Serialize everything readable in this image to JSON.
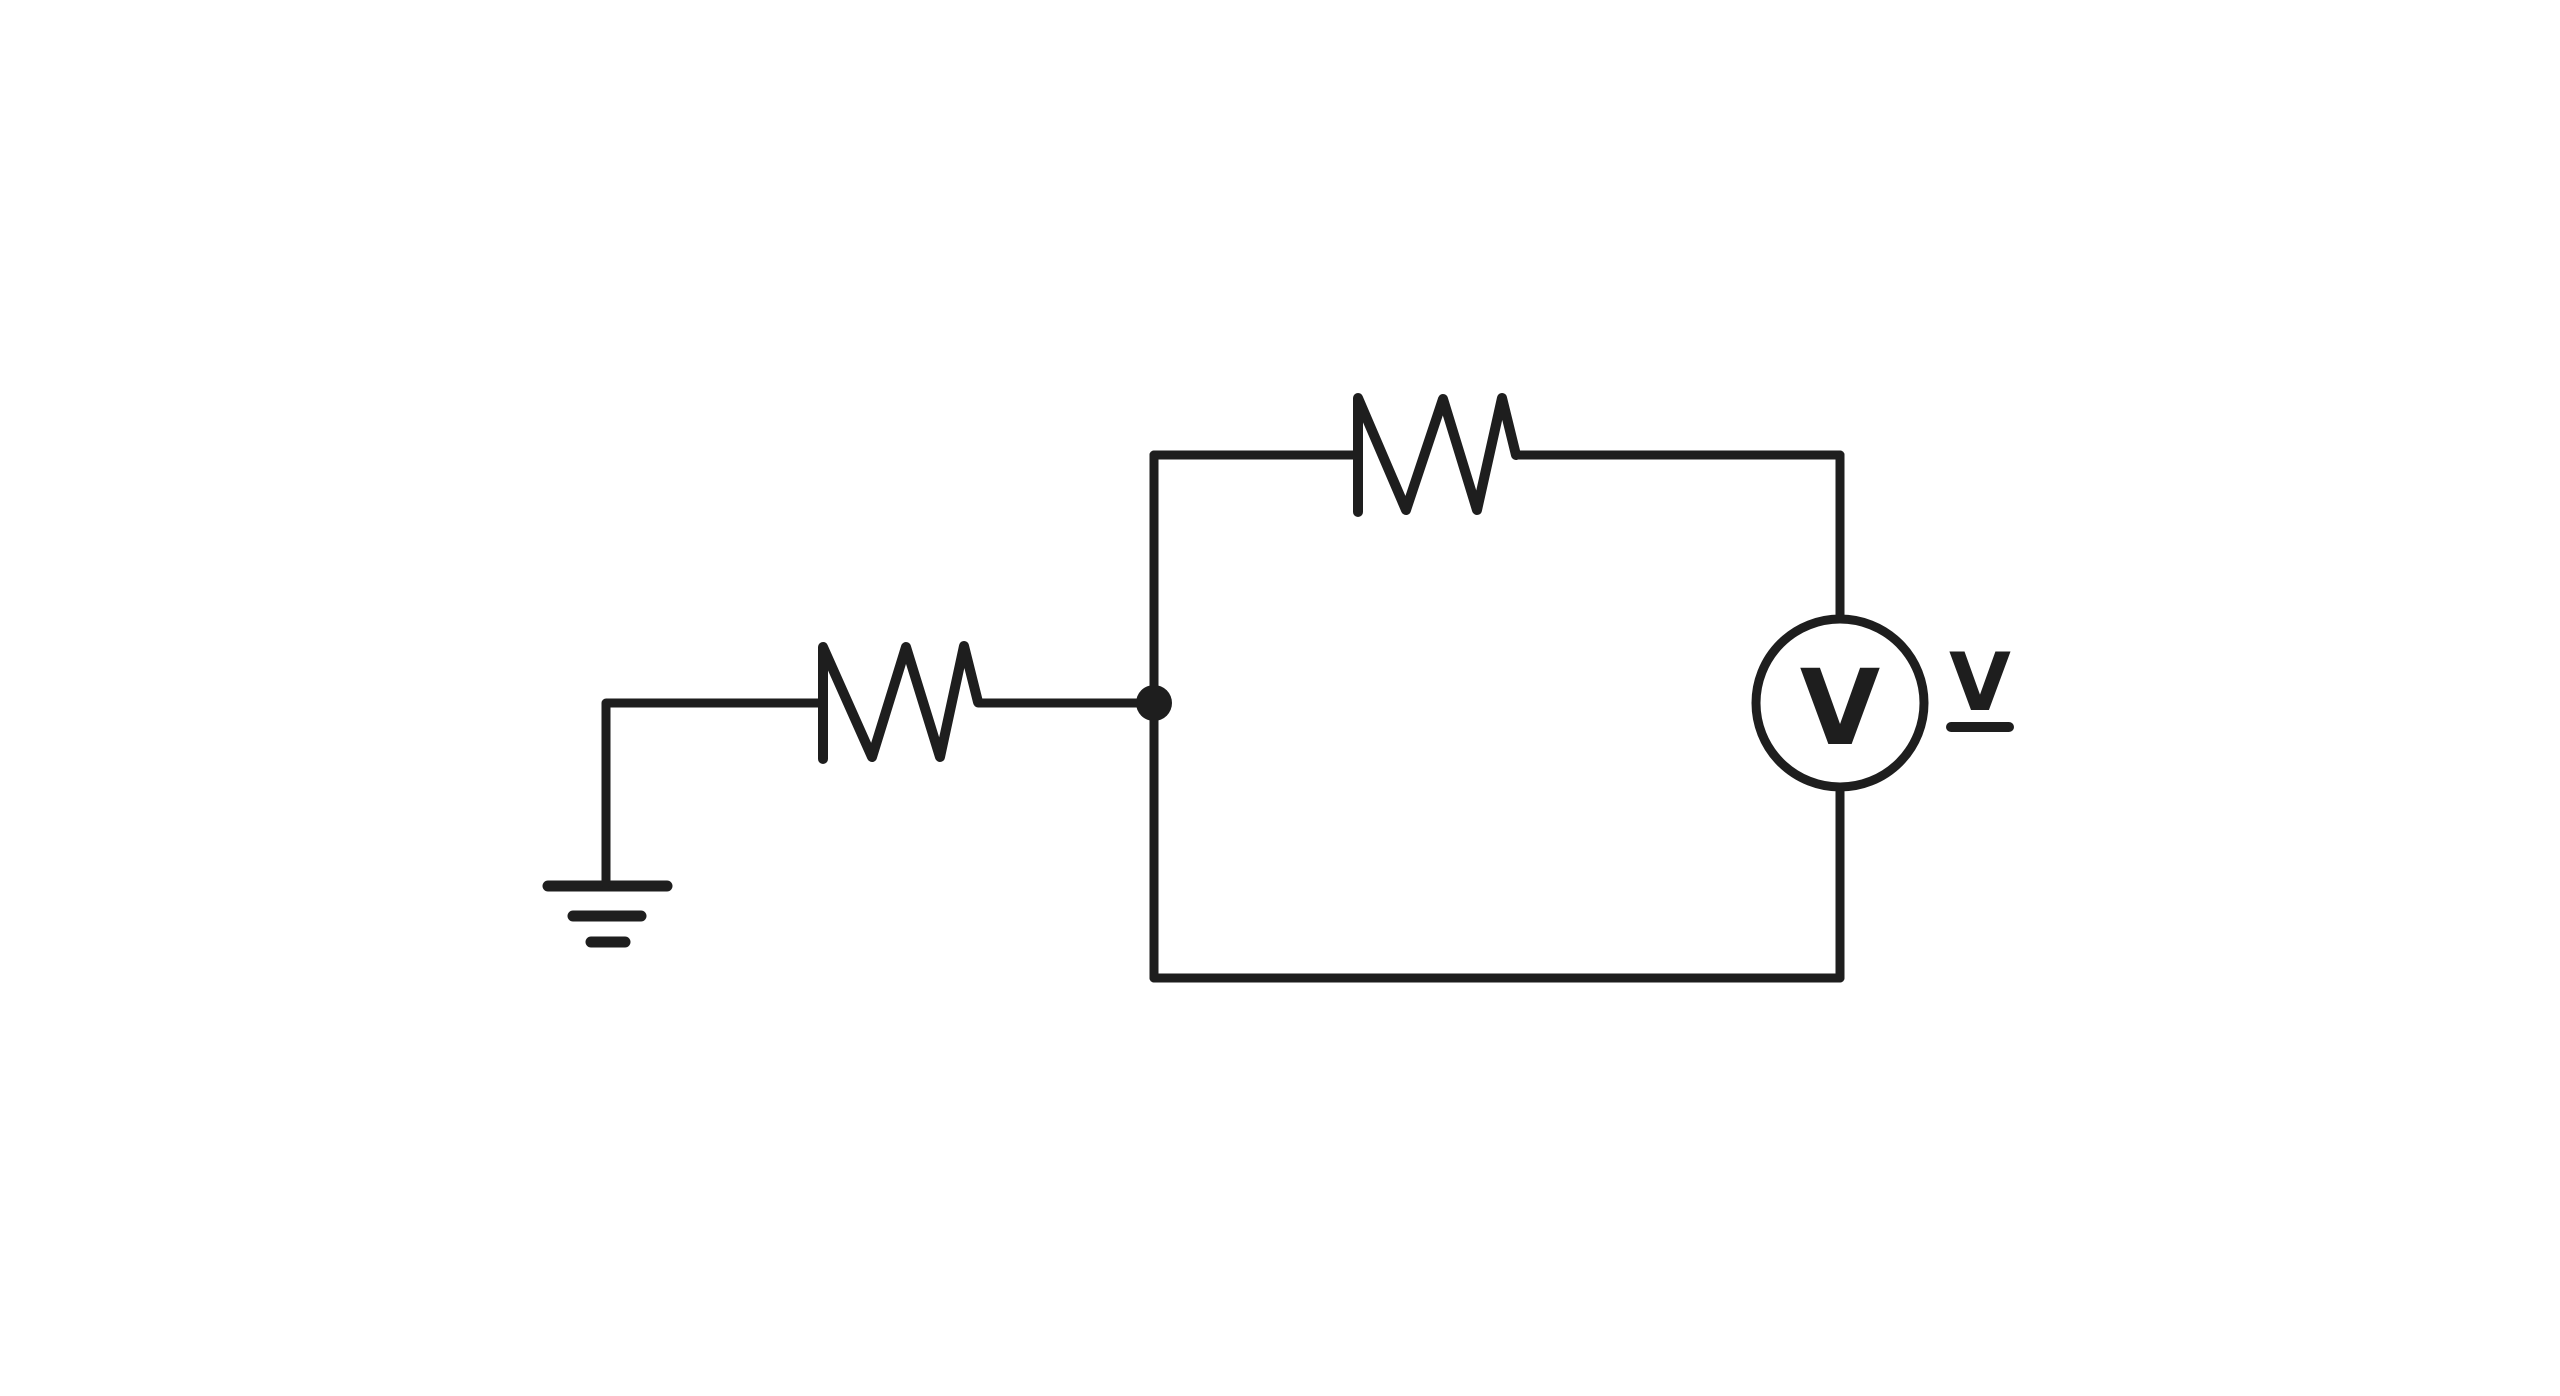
{
  "colors": {
    "ink": "#1e1e1e",
    "background": "#ffffff"
  },
  "diagram": {
    "type": "circuit-schematic",
    "components": [
      "ground",
      "series-resistor",
      "junction-node",
      "feedback-resistor",
      "voltmeter"
    ],
    "voltmeter": {
      "label": "V"
    },
    "output": {
      "label": "V"
    }
  }
}
